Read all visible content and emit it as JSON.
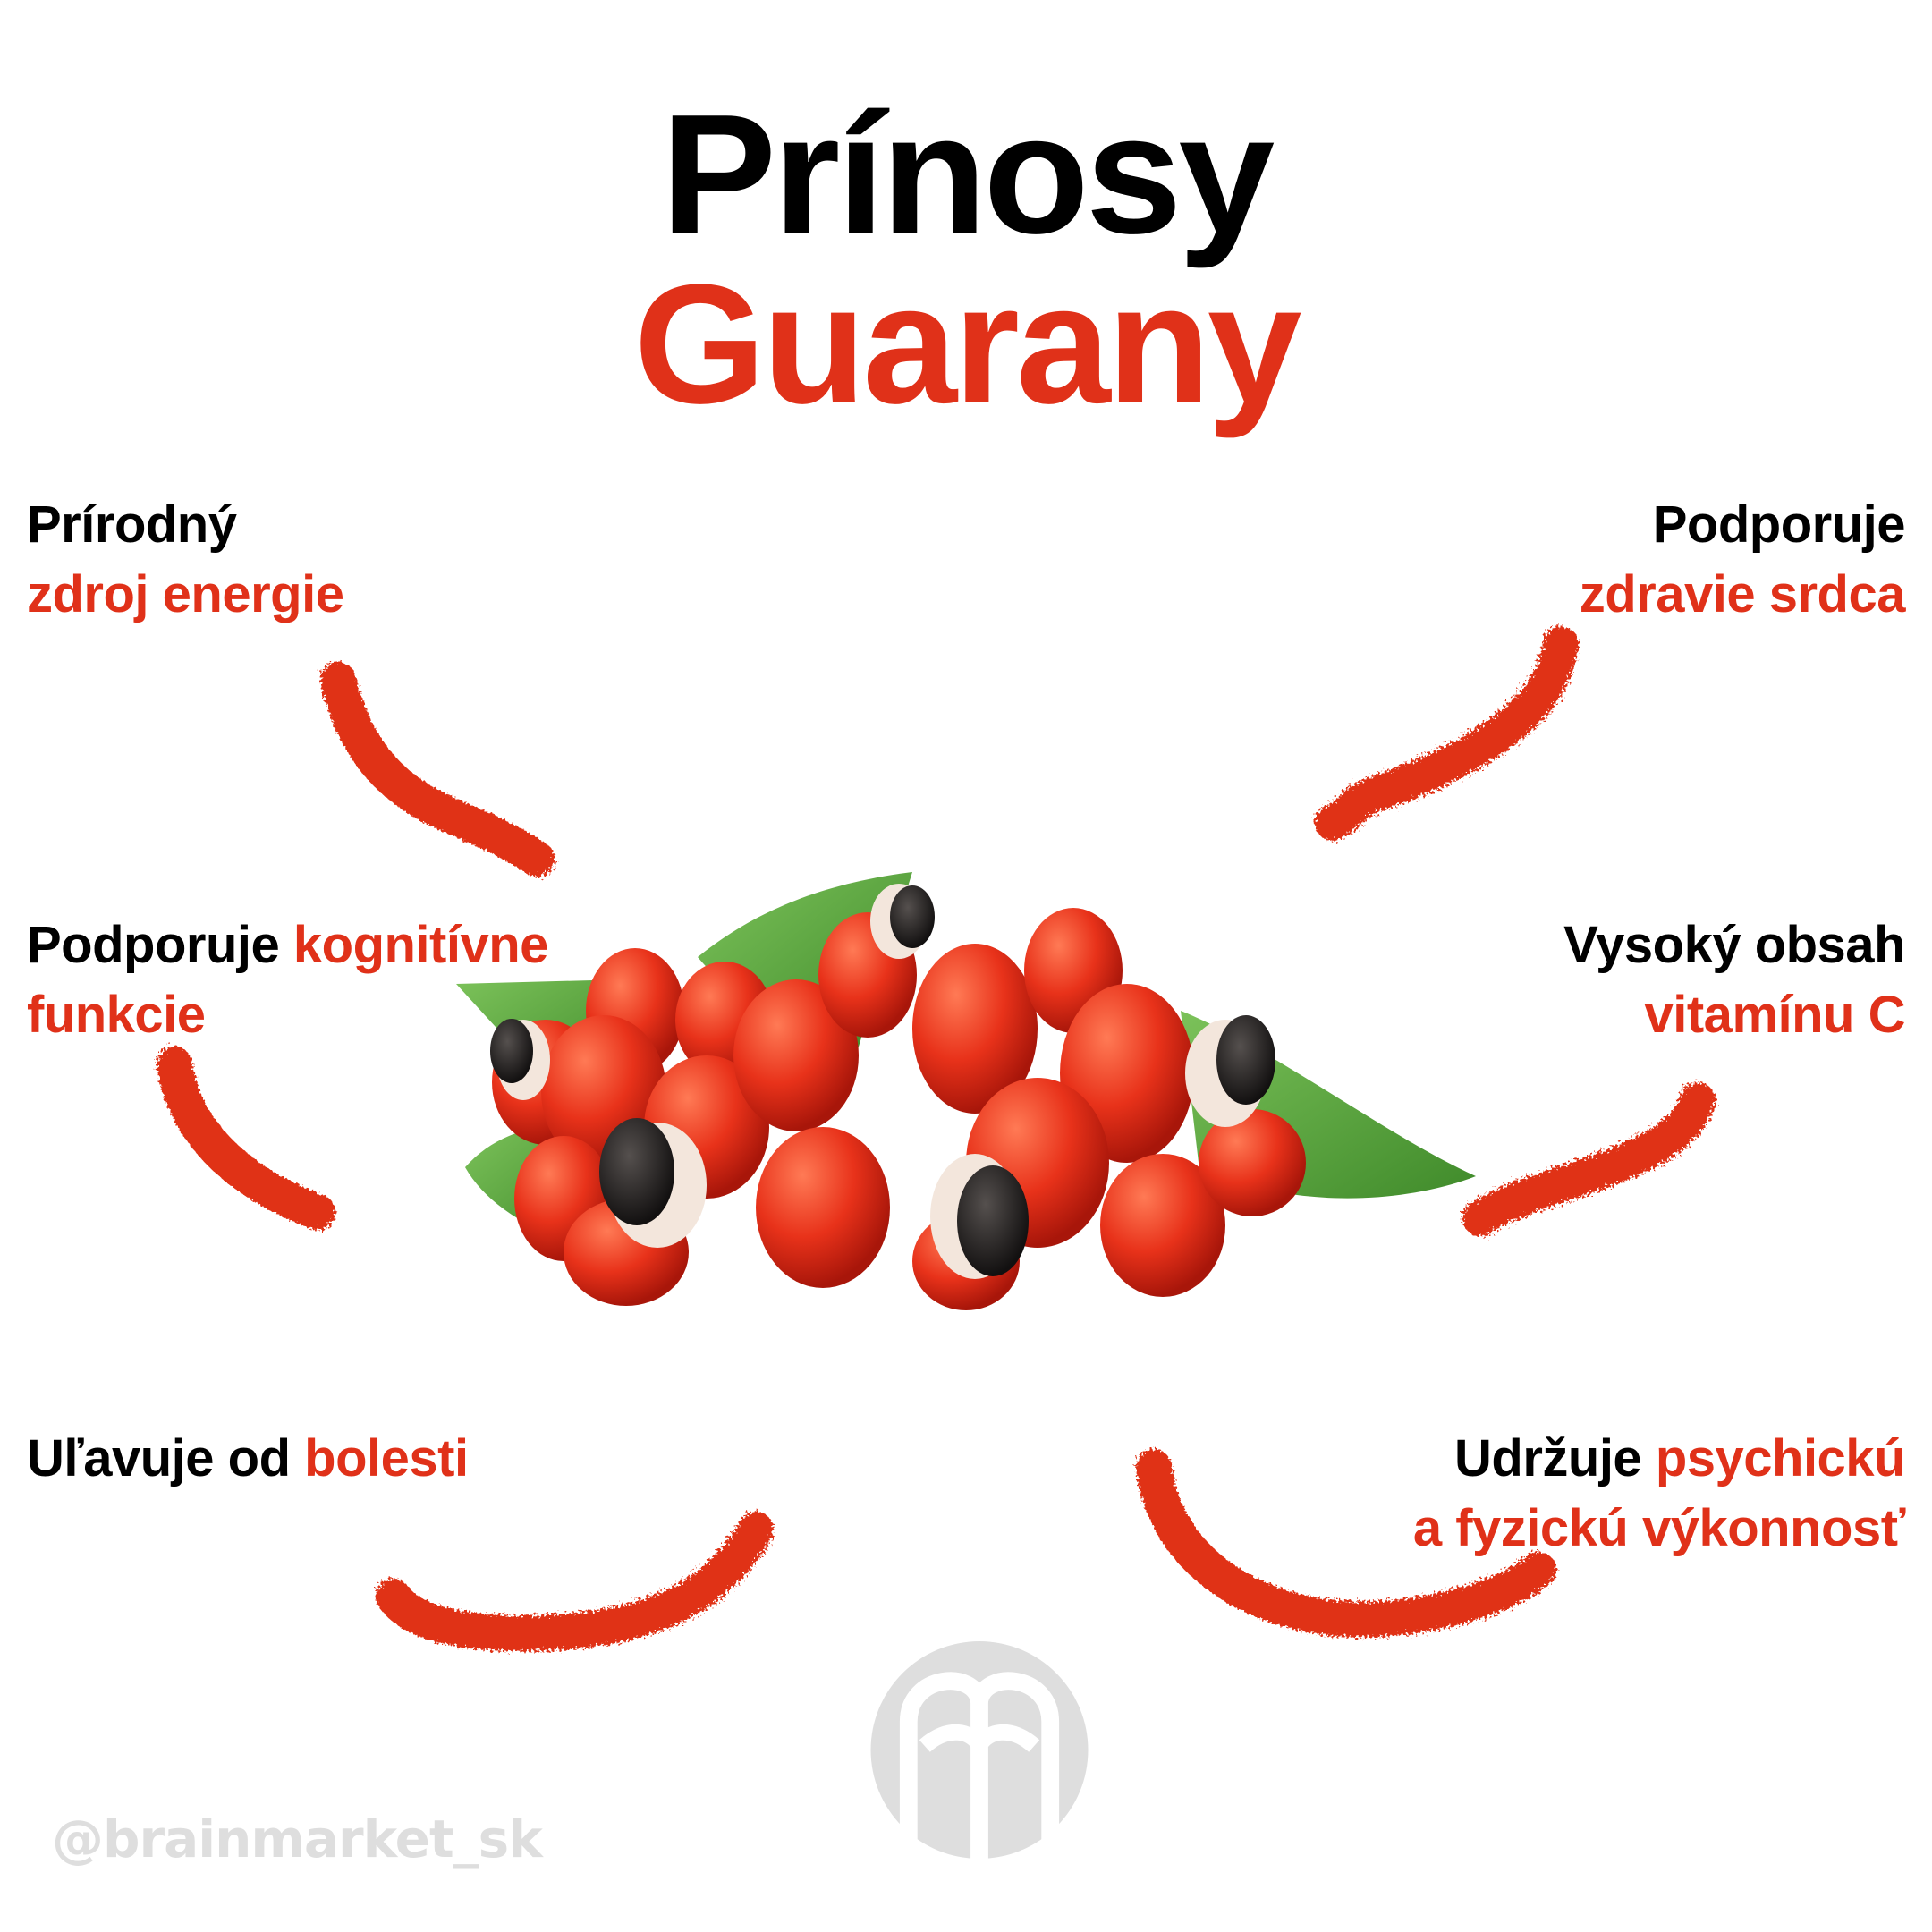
{
  "title": {
    "line1": "Prínosy",
    "line2": "Guarany"
  },
  "benefits": [
    {
      "position": "top-left",
      "black": "Prírodný",
      "red": "zdroj energie"
    },
    {
      "position": "top-right",
      "black": "Podporuje",
      "red": "zdravie srdca"
    },
    {
      "position": "middle-left",
      "black": "Podporuje ",
      "red_inline": "kognitívne",
      "red": "funkcie"
    },
    {
      "position": "middle-right",
      "black": "Vysoký obsah",
      "red": "vitamínu C"
    },
    {
      "position": "bottom-left",
      "black": "Uľavuje od ",
      "red_inline": "bolesti"
    },
    {
      "position": "bottom-right",
      "black": "Udržuje ",
      "red_inline": "psychickú",
      "red": "a fyzickú výkonnosť"
    }
  ],
  "image": {
    "subject": "guarana fruit cluster with leaves",
    "icon": "guarana-fruit-illustration"
  },
  "footer": {
    "handle": "@brainmarket_sk",
    "logo_icon": "brainmarket-logo-icon"
  },
  "colors": {
    "accent_red": "#e03119",
    "text_black": "#000000",
    "watermark_gray": "#dedede",
    "background": "#ffffff"
  }
}
